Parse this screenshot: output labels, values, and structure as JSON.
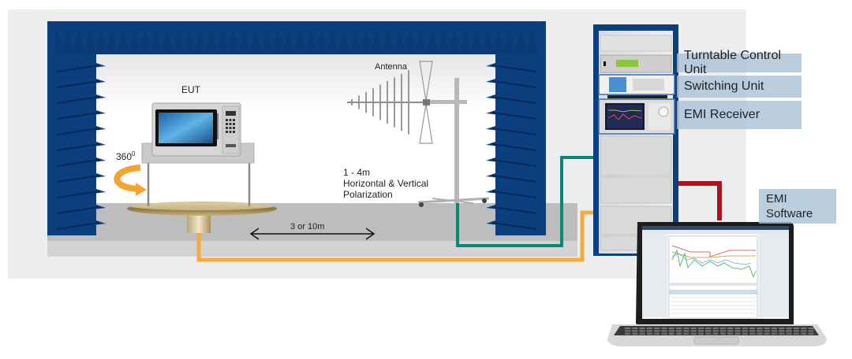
{
  "diagram": {
    "title": "EMI Radiated Emission Test Setup",
    "labels": {
      "eut": "EUT",
      "rotation": "360",
      "rotation_sup": "0",
      "antenna": "Antenna",
      "height_range": "1 - 4m",
      "polarization_line1": "Horizontal & Vertical",
      "polarization_line2": "Polarization",
      "distance": "3 or 10m"
    },
    "rack_units": [
      {
        "label": "Turntable Control Unit"
      },
      {
        "label": "Switching Unit"
      },
      {
        "label": "EMI Receiver"
      }
    ],
    "software": {
      "line1": "EMI",
      "line2": "Software"
    },
    "cables": [
      {
        "name": "turntable-cable",
        "color": "#f7a93b"
      },
      {
        "name": "antenna-cable",
        "color": "#0f8577"
      },
      {
        "name": "software-cable",
        "color": "#b3121c"
      }
    ],
    "colors": {
      "absorber": "#0c3f7e",
      "absorber_dark": "#062a5a",
      "panel": "#eceef0",
      "floor": "#bdbdbd",
      "tag_bg": "#aac2d6"
    }
  }
}
